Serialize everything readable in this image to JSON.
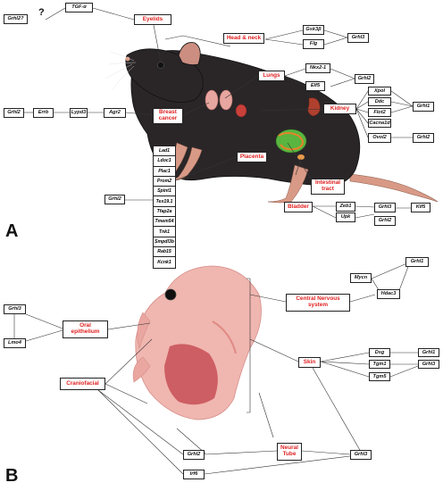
{
  "panel_a": {
    "label": "A",
    "question_mark": "?",
    "organs": {
      "eyelids": "Eyelids",
      "head_neck": "Head & neck",
      "lungs": "Lungs",
      "kidney": "Kidney",
      "breast_cancer": "Breast\ncancer",
      "placenta": "Placenta",
      "intestinal_tract": "Intestinal\ntract",
      "bladder": "Bladder"
    },
    "genes": {
      "grhl2_eyelid": "Grhl2?",
      "tgfa": "TGF-α",
      "gsk3b": "Gsk3β",
      "flg": "Flg",
      "grhl3_head": "Grhl3",
      "nkx21": "Nkx2-1",
      "elf5": "Elf5",
      "grhl2_lungs": "Grhl2",
      "grhl2_breast": "Grhl2",
      "errb": "Errb",
      "lypd3": "Lypd3",
      "agr2": "Agr2",
      "xpol": "Xpol",
      "ddc": "Ddc",
      "flot2": "Flot2",
      "cacna1d": "Cacna1d",
      "ovol2": "Ovol2",
      "grhl1_kidney": "Grhl1",
      "grhl2_kidney": "Grhl2",
      "grhl2_placenta": "Grhl2",
      "zeb1": "Zeb1",
      "upk": "Upk",
      "grhl3_bladder": "Grhl3",
      "grhl2_bladder": "Grhl2",
      "klf5": "Klf5"
    },
    "placenta_genes": [
      "Lad1",
      "Ldoc1",
      "Plac1",
      "Prom2",
      "Spint1",
      "Tex19.1",
      "Tfap2a",
      "Tmem54",
      "Tnk1",
      "Smpdl3b",
      "Rab15",
      "Kcnk1"
    ]
  },
  "panel_b": {
    "label": "B",
    "organs": {
      "oral_epithelium": "Oral\nepithelium",
      "central_nervous_system": "Central Nervous\nsystem",
      "skin": "Skin",
      "craniofacial": "Craniofacial",
      "neural_tube": "Neural\nTube"
    },
    "genes": {
      "grhl3_oral": "Grhl3",
      "lmo4": "Lmo4",
      "mycn": "Mycn",
      "hdac3": "Hdac3",
      "grhl1_cns": "Grhl1",
      "dsg": "Dsg",
      "tgm1": "Tgm1",
      "tgm5": "Tgm5",
      "grhl1_skin": "Grhl1",
      "grhl3_skin": "Grhl3",
      "grhl2_nt": "Grhl2",
      "grhl3_nt": "Grhl3",
      "irf6": "Irf6"
    }
  },
  "colors": {
    "organ_text": "#e02020",
    "mouse_body": "#2a2628",
    "mouse_skin": "#d89a86",
    "embryo": "#f0b6b0"
  }
}
